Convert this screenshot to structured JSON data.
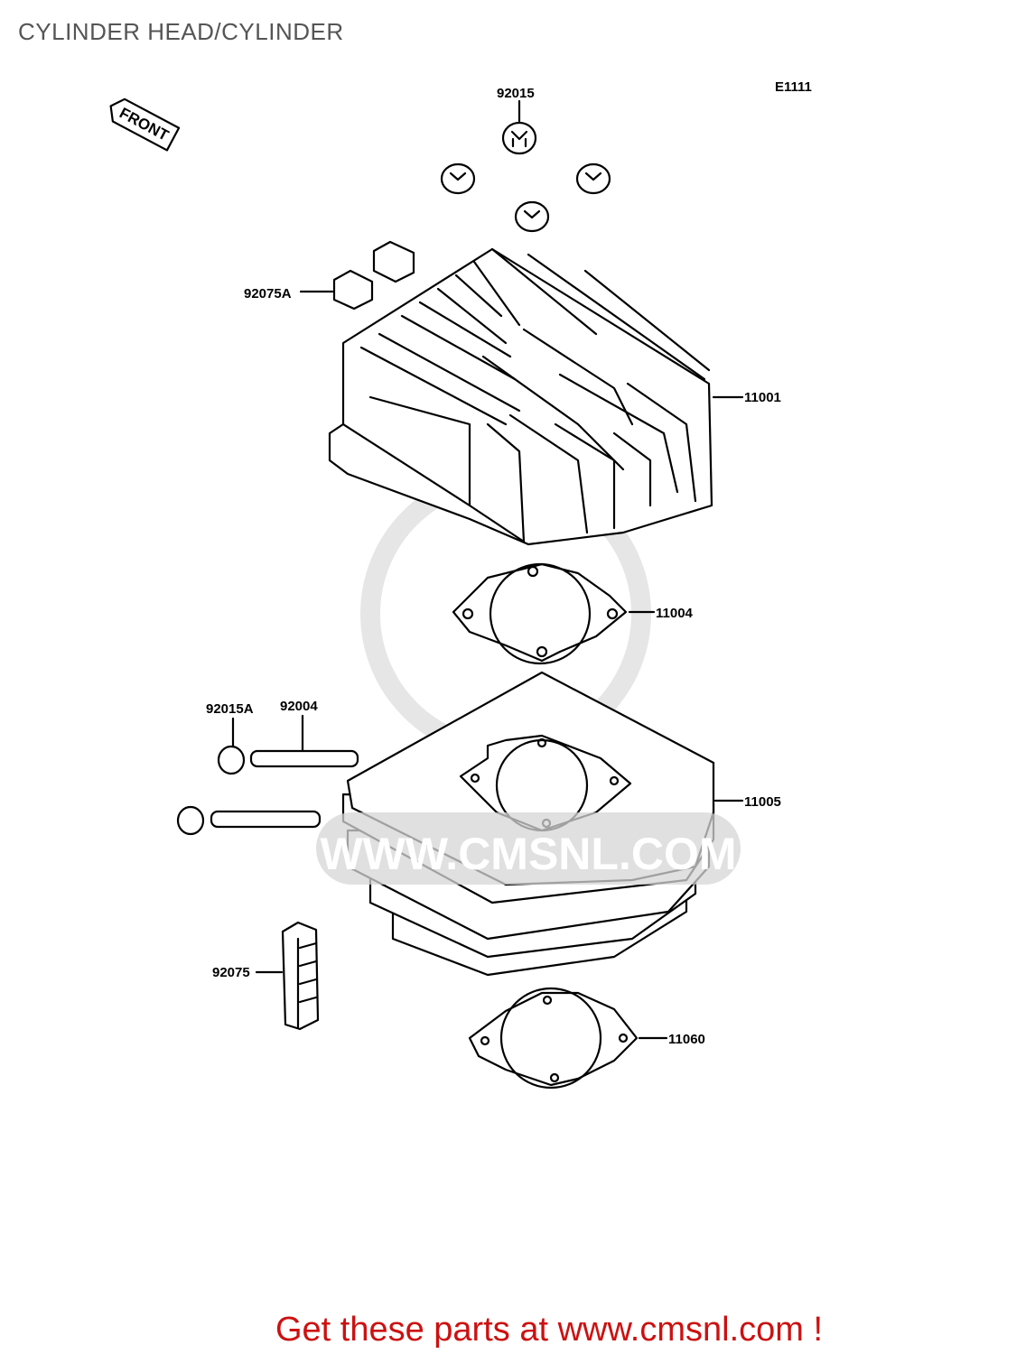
{
  "title": "CYLINDER HEAD/CYLINDER",
  "diagram_code": "E1111",
  "front_marker": "FRONT",
  "parts": [
    {
      "number": "92015"
    },
    {
      "number": "92075A"
    },
    {
      "number": "11001"
    },
    {
      "number": "11004"
    },
    {
      "number": "92015A"
    },
    {
      "number": "92004"
    },
    {
      "number": "11005"
    },
    {
      "number": "92075"
    },
    {
      "number": "11060"
    }
  ],
  "watermark": "WWW.CMSNL.COM",
  "footer": "Get these parts at www.cmsnl.com !",
  "colors": {
    "footer": "#cc1111",
    "title": "#555555",
    "watermark": "#e2e2e2"
  }
}
